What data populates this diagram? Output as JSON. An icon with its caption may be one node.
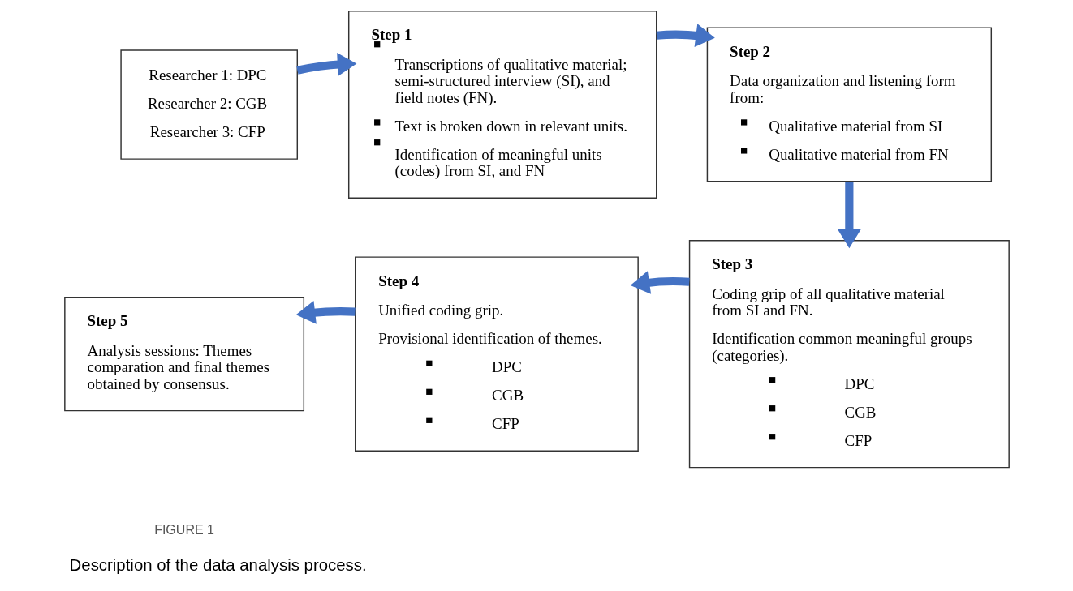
{
  "diagram": {
    "caption": "Description of the data analysis process.",
    "nodes": [
      {
        "text": [
          "Researcher 1: DPC",
          "Researcher 2: CGB",
          "Researcher 3: CFP"
        ]
      },
      {
        "text": [
          "Step 1",
          "Transcriptions of qualitative material; semi-structured interview (SI), and field notes (FN).",
          "Text is broken down in relevant units.",
          "Identification of meaningful units (codes) from SI, and FN"
        ]
      },
      {
        "text": [
          "Step 2",
          "Data organization and listening form from:",
          "Qualitative material from SI",
          "Qualitative material from FN"
        ]
      },
      {
        "text": [
          "Step 3",
          "Coding grip of all qualitative material from SI and FN.",
          "Identification common meaningful groups (categories).",
          "DPC",
          "CGB",
          "CFP"
        ]
      },
      {
        "text": [
          "Step 4",
          "Unified coding grip.",
          "Provisional identification of themes.",
          "DPC",
          "CGB",
          "CFP"
        ]
      },
      {
        "text": [
          "Step 5",
          "Analysis sessions: Themes comparation and final themes obtained by consensus."
        ]
      }
    ],
    "edges": [
      {
        "from": 0,
        "to": 1,
        "arrow": "to"
      },
      {
        "from": 1,
        "to": 2,
        "arrow": "to"
      },
      {
        "from": 2,
        "to": 3,
        "arrow": "to"
      },
      {
        "from": 3,
        "to": 4,
        "arrow": "to"
      },
      {
        "from": 4,
        "to": 5,
        "arrow": "to"
      }
    ],
    "labels": [
      "FIGURE 1"
    ]
  }
}
